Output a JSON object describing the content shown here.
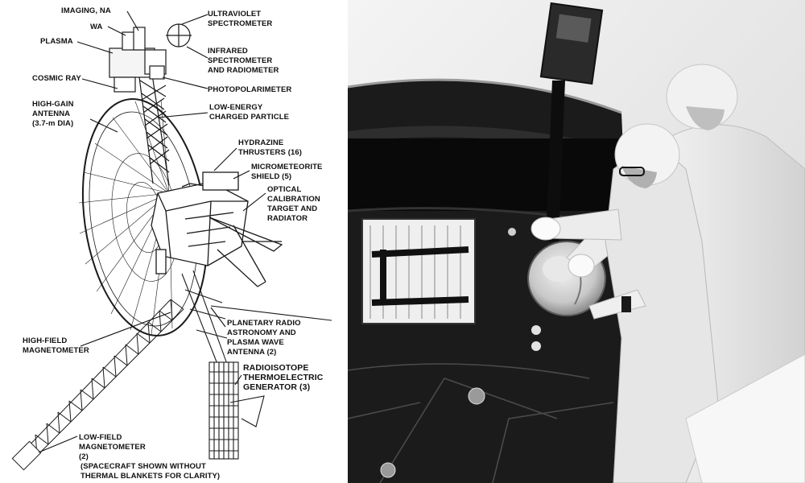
{
  "diagram": {
    "labels": {
      "imaging": "IMAGING, NA",
      "wa": "WA",
      "plasma": "PLASMA",
      "cosmic_ray": "COSMIC RAY",
      "hga_1": "HIGH-GAIN",
      "hga_2": "ANTENNA",
      "hga_3": "(3.7-m DIA)",
      "uv_1": "ULTRAVIOLET",
      "uv_2": "SPECTROMETER",
      "ir_1": "INFRARED",
      "ir_2": "SPECTROMETER",
      "ir_3": "AND RADIOMETER",
      "photopol": "PHOTOPOLARIMETER",
      "lecp_1": "LOW-ENERGY",
      "lecp_2": "CHARGED PARTICLE",
      "hydra_1": "HYDRAZINE",
      "hydra_2": "THRUSTERS (16)",
      "micro_1": "MICROMETEORITE",
      "micro_2": "SHIELD (5)",
      "optcal_1": "OPTICAL",
      "optcal_2": "CALIBRATION",
      "optcal_3": "TARGET AND",
      "optcal_4": "RADIATOR",
      "hfm_1": "HIGH-FIELD",
      "hfm_2": "MAGNETOMETER",
      "pra_1": "PLANETARY RADIO",
      "pra_2": "ASTRONOMY AND",
      "pra_3": "PLASMA WAVE",
      "pra_4": "ANTENNA (2)",
      "rtg_1": "RADIOISOTOPE",
      "rtg_2": "THERMOELECTRIC",
      "rtg_3": "GENERATOR (3)",
      "lfm_1": "LOW-FIELD",
      "lfm_2": "MAGNETOMETER",
      "lfm_3": "(2)",
      "note_1": "(SPACECRAFT SHOWN WITHOUT",
      "note_2": "THERMAL BLANKETS FOR CLARITY)"
    }
  },
  "photo": {
    "scene": "technicians-mounting-golden-record",
    "colors": {
      "blanket": "#161616",
      "suit": "#ececec",
      "record": "#cfcfcf"
    }
  }
}
